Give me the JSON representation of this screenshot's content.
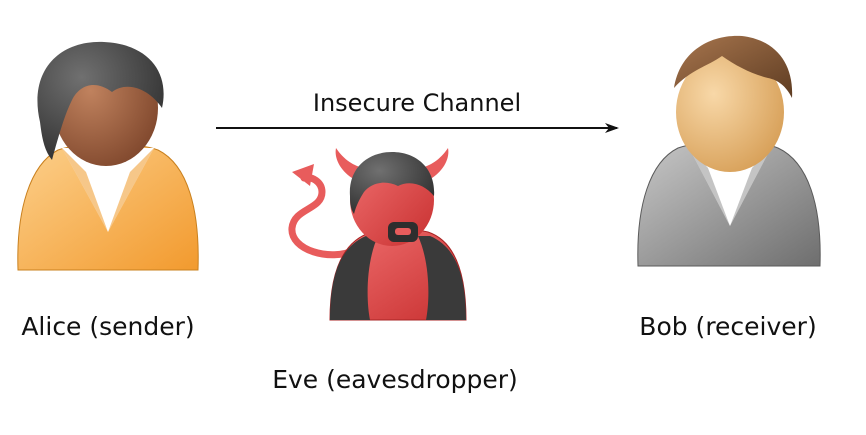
{
  "alice": {
    "label": "Alice (sender)"
  },
  "bob": {
    "label": "Bob (receiver)"
  },
  "eve": {
    "label": "Eve (eavesdropper)"
  },
  "channel": {
    "label": "Insecure Channel"
  },
  "icons": {
    "alice": "person-icon",
    "bob": "person-icon",
    "eve": "devil-icon",
    "channel": "arrow-right-icon"
  },
  "colors": {
    "alice_shirt": "#f8b04a",
    "alice_skin": "#9a5b3c",
    "bob_shirt": "#9a9a9a",
    "bob_skin": "#e6b070",
    "eve_body": "#e04848",
    "hair": "#4a4a4a"
  }
}
